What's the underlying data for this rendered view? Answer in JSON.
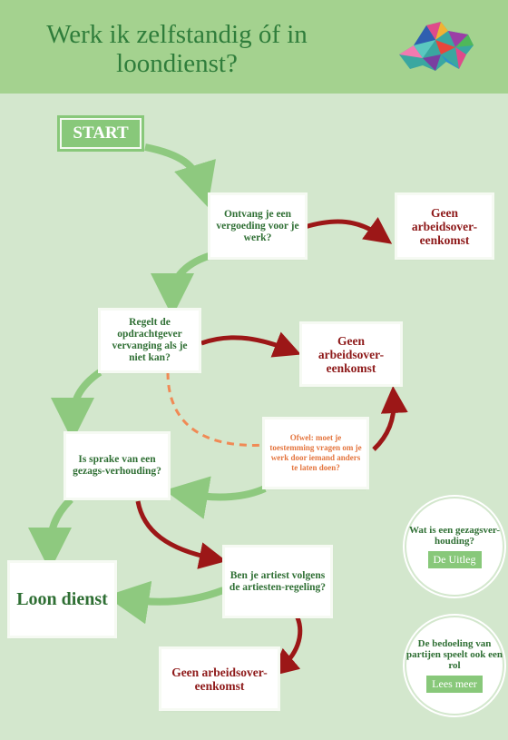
{
  "title": "Werk ik zelfstandig óf in loondienst?",
  "start": "START",
  "questions": {
    "q1": "Ontvang je een vergoeding voor je werk?",
    "q2": "Regelt de opdrachtgever vervanging als je niet kan?",
    "q3": "Is sprake van een gezags-verhouding?",
    "q4": "Ben je artiest volgens de artiesten-regeling?"
  },
  "outcomes": {
    "no1": "Geen arbeidsover-eenkomst",
    "no2": "Geen arbeidsover-eenkomst",
    "no3": "Geen arbeidsover-eenkomst",
    "loon": "Loon dienst"
  },
  "note": "Ofwel: moet je toestemming vragen om je werk door iemand anders te laten doen?",
  "side": {
    "c1_text": "Wat is een gezagsver-houding?",
    "c1_button": "De Uitleg",
    "c2_text": "De bedoeling van partijen speelt ook een rol",
    "c2_button": "Lees meer"
  },
  "colors": {
    "green": "#88c87a",
    "dark_red": "#8e1a1a",
    "orange": "#e4753e",
    "title_green": "#2f7d3b"
  }
}
